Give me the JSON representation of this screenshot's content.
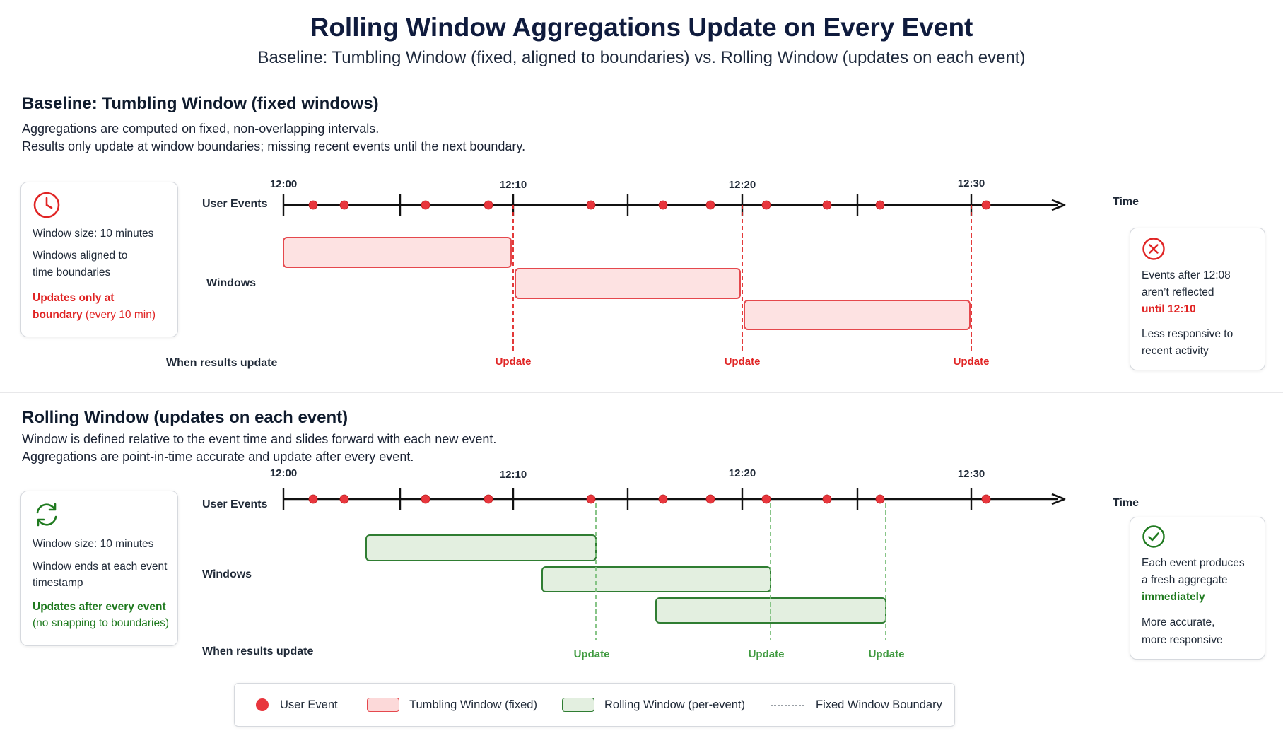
{
  "header": {
    "title": "Rolling Window Aggregations Update on Every Event",
    "subtitle": "Baseline: Tumbling Window (fixed, aligned to boundaries) vs. Rolling Window (updates on each event)"
  },
  "tumbling": {
    "title": "Baseline: Tumbling Window (fixed windows)",
    "desc1": "Aggregations are computed on fixed, non-overlapping intervals.",
    "desc2": "Results only update at window boundaries; missing recent events until the next boundary.",
    "left_card": {
      "icon": "clock-icon",
      "line1": "Window size: 10 minutes",
      "line2a": "Windows aligned to",
      "line2b": "time boundaries",
      "line3a": "Updates only at",
      "line3b_bold": "boundary",
      "line3b_rest": " (every 10 min)"
    },
    "right_card": {
      "icon": "x-circle-icon",
      "line1a": "Events after 12:08",
      "line1b": "aren’t reflected",
      "line1c": "until 12:10",
      "line2a": "Less responsive to",
      "line2b": "recent activity"
    },
    "labels": {
      "user_events": "User Events",
      "windows": "Windows",
      "when": "When results update",
      "time": "Time"
    },
    "ticks": [
      "12:00",
      "12:10",
      "12:20",
      "12:30"
    ],
    "update_label": "Update"
  },
  "rolling": {
    "title": "Rolling Window (updates on each event)",
    "desc1": "Window is defined relative to the event time and slides forward with each new event.",
    "desc2": "Aggregations are point-in-time accurate and update after every event.",
    "left_card": {
      "icon": "refresh-icon",
      "line1": "Window size: 10 minutes",
      "line2a": "Window ends at each event",
      "line2b": "timestamp",
      "line3a": "Updates after every event",
      "line3b": "(no snapping to boundaries)"
    },
    "right_card": {
      "icon": "check-circle-icon",
      "line1a": "Each event produces",
      "line1b": "a fresh aggregate",
      "line1c": "immediately",
      "line2a": "More accurate,",
      "line2b": "more responsive"
    },
    "labels": {
      "user_events": "User Events",
      "windows": "Windows",
      "when": "When results update",
      "time": "Time"
    },
    "ticks": [
      "12:00",
      "12:10",
      "12:20",
      "12:30"
    ],
    "update_label": "Update"
  },
  "legend": {
    "user_event": "User Event",
    "tumbling": "Tumbling Window (fixed)",
    "rolling": "Rolling Window (per-event)",
    "boundary": "Fixed Window Boundary"
  },
  "colors": {
    "event_red": "#e8363d",
    "tumbling_fill": "#fde2e2",
    "tumbling_stroke": "#e5484d",
    "rolling_fill": "#e3efe0",
    "rolling_stroke": "#2f7d32",
    "dashed_red": "#e02424",
    "dashed_green": "#7cbf7c"
  }
}
